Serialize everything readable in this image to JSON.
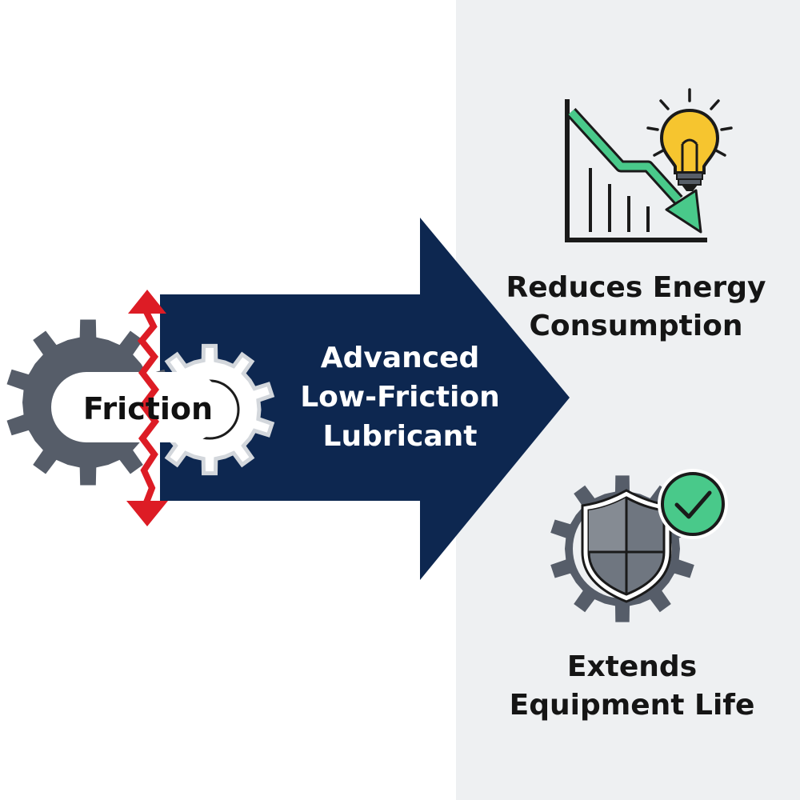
{
  "arrow": {
    "label_line1": "Advanced",
    "label_line2": "Low-Friction",
    "label_line3": "Lubricant"
  },
  "friction": {
    "label": "Friction"
  },
  "benefits": [
    {
      "line1": "Reduces Energy",
      "line2": "Consumption",
      "icon": "declining-chart-lightbulb-icon"
    },
    {
      "line1": "Extends",
      "line2": "Equipment Life",
      "icon": "gear-shield-check-icon"
    }
  ],
  "colors": {
    "arrow_navy": "#0d2750",
    "gear_gray": "#565d69",
    "friction_red": "#dd1c25",
    "trend_green": "#49c98a",
    "bulb_yellow": "#f6c52f",
    "panel_gray": "#eef0f2"
  }
}
